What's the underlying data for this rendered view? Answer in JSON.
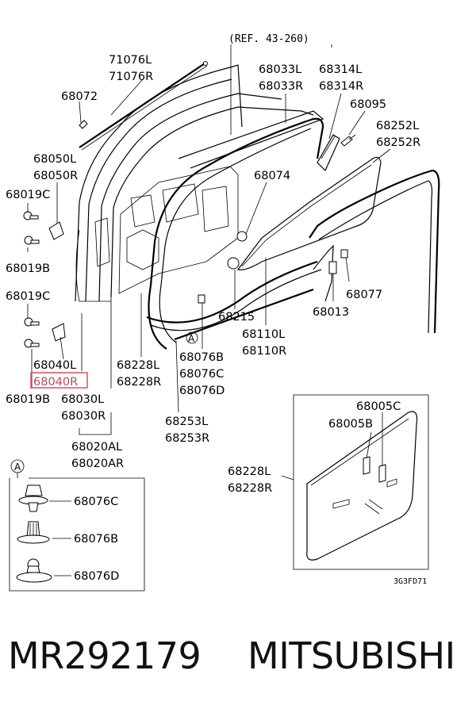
{
  "diagram": {
    "ref_note": "(REF. 43-260)",
    "drawing_code": "3G3FD71",
    "callout_letter": "A",
    "labels": {
      "l71076": [
        "71076L",
        "71076R"
      ],
      "l68072": "68072",
      "l68033": [
        "68033L",
        "68033R"
      ],
      "l68314": [
        "68314L",
        "68314R"
      ],
      "l68095": "68095",
      "l68252": [
        "68252L",
        "68252R"
      ],
      "l68050": [
        "68050L",
        "68050R"
      ],
      "l68019c_top": "68019C",
      "l68074": "68074",
      "l68019b_top": "68019B",
      "l68019c_mid": "68019C",
      "l68077": "68077",
      "l68013": "68013",
      "l68215": "68215",
      "l68110": [
        "68110L",
        "68110R"
      ],
      "l68040": [
        "68040L",
        "68040R"
      ],
      "l68228_main": [
        "68228L",
        "68228R"
      ],
      "l68076_main": [
        "68076B",
        "68076C",
        "68076D"
      ],
      "l68019b_bot": "68019B",
      "l68030": [
        "68030L",
        "68030R"
      ],
      "l68253": [
        "68253L",
        "68253R"
      ],
      "l68020": [
        "68020AL",
        "68020AR"
      ],
      "l68005c": "68005C",
      "l68005b": "68005B",
      "l68228_inset": [
        "68228L",
        "68228R"
      ],
      "inset_c": "68076C",
      "inset_b": "68076B",
      "inset_d": "68076D"
    }
  },
  "footer": {
    "part_number": "MR292179",
    "brand": "MITSUBISHI"
  },
  "colors": {
    "highlight": "#e05a6a",
    "ink": "#000000"
  }
}
